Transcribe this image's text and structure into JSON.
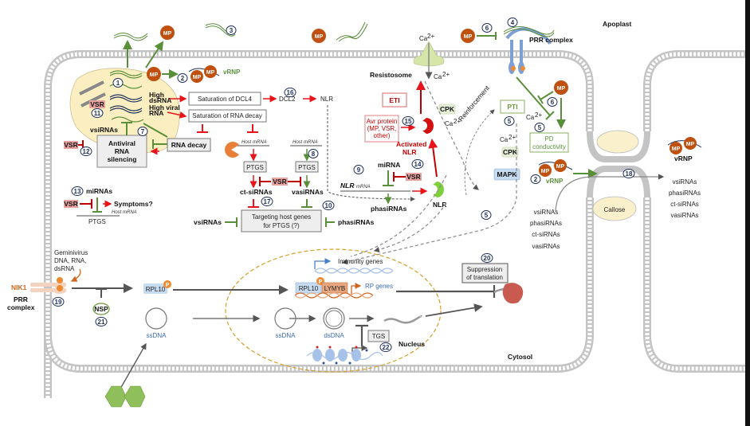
{
  "regions": {
    "apoplast": "Apoplast",
    "cytosol": "Cytosol",
    "nucleus": "Nucleus"
  },
  "labels": {
    "mp": "MP",
    "vrnp": "vRNP",
    "vsr": "VSR",
    "p": "P",
    "high_dsrna_1": "High",
    "high_dsrna_2": "dsRNA",
    "high_viral_1": "High viral",
    "high_viral_2": "RNA",
    "vsirnas": "vsiRNAs",
    "antiviral_1": "Antiviral",
    "antiviral_2": "RNA",
    "antiviral_3": "silencing",
    "rna_decay": "RNA decay",
    "sat_dcl4": "Saturation of  DCL4",
    "sat_decay": "Saturation of RNA decay",
    "dcl2": "DCL2",
    "nlr": "NLR",
    "host_mrna": "Host mRNA",
    "ptgs": "PTGS",
    "ct_sirnas": "ct-siRNAs",
    "vasirnas": "vasiRNAs",
    "targeting_1": "Targeting host genes",
    "targeting_2": "for PTGS (?)",
    "phasirnas": "phasiRNAs",
    "mirnas": "miRNAs",
    "mirna": "miRNA",
    "symptoms": "Symptoms?",
    "nlr_mrna": "NLR",
    "nlr_mrna_suffix": "mRNA",
    "resistosome": "Resistosome",
    "ca": "Ca",
    "ca_sup": "2+",
    "eti": "ETI",
    "avr_1": "Avr protein",
    "avr_2": "(MP, VSR,",
    "avr_3": "other)",
    "activated_nlr_1": "Activated",
    "activated_nlr_2": "NLR",
    "cpk": "CPK",
    "pti": "PTI",
    "reinforcement": "Reinforcement",
    "mapk": "MAPK",
    "prr_complex": "PRR complex",
    "pd_1": "PD",
    "pd_2": "conductivity",
    "callose": "Callose",
    "gemini_1": "Geminivirus",
    "gemini_2": "DNA, RNA,",
    "gemini_3": "dsRNA",
    "nik1": "NIK1",
    "prr_1": "PRR",
    "prr_2": "complex",
    "nsp": "NSP",
    "rpl10": "RPL10",
    "lymyb": "LYMYB",
    "rp_genes": "RP genes",
    "immunity_genes": "Immunity genes",
    "ssdna": "ssDNA",
    "dsdna": "dsDNA",
    "tgs": "TGS",
    "suppression_1": "Suppression",
    "suppression_2": "of translation"
  },
  "small_rna_list": [
    "vsiRNAs",
    "phasiRNAs",
    "ct-siRNAs",
    "vasiRNAs"
  ],
  "step_numbers": {
    "n1": "1",
    "n2": "2",
    "n3": "3",
    "n4": "4",
    "n5": "5",
    "n6": "6",
    "n7": "7",
    "n8": "8",
    "n9": "9",
    "n10": "10",
    "n11": "11",
    "n12": "12",
    "n13": "13",
    "n14": "14",
    "n15": "15",
    "n16": "16",
    "n17": "17",
    "n18": "18",
    "n19": "19",
    "n20": "20",
    "n21": "21",
    "n22": "22"
  },
  "colors": {
    "activation_red": "#e8141a",
    "inhibition_green": "#5a8f3a",
    "mp_orange": "#c0500f",
    "vsr_pink": "#e8a3a0",
    "membrane_gray": "#b5b5b5",
    "nucleus_gold": "#d4a02a",
    "prr_blue": "#7e9fd4",
    "dark_navy": "#1d2f5c"
  }
}
